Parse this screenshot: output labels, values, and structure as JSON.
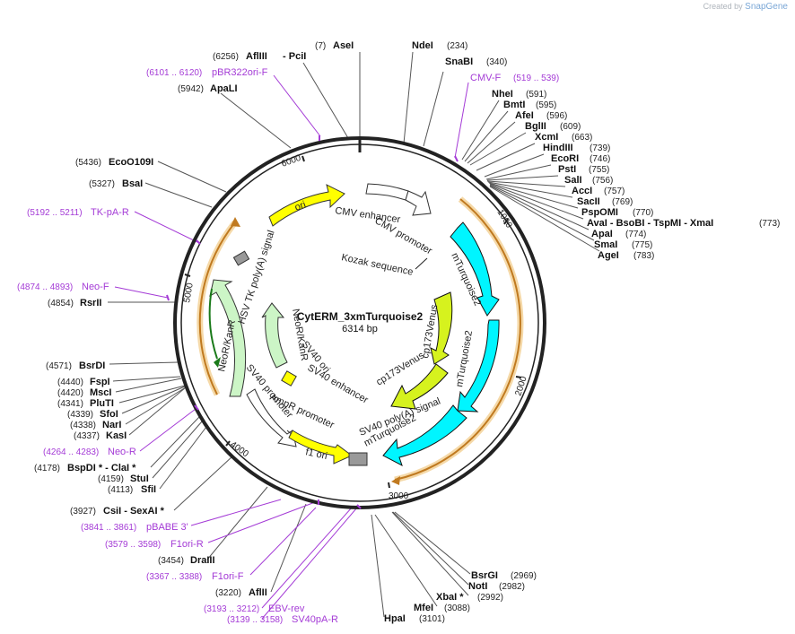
{
  "credit": {
    "prefix": "Created by",
    "brand": "SnapGene"
  },
  "plasmid": {
    "name": "CytERM_3xmTurquoise2",
    "size": "6314 bp"
  },
  "ticks": [
    "1000",
    "2000",
    "3000",
    "4000",
    "5000",
    "6000"
  ],
  "features": {
    "cmv_enhancer": "CMV enhancer",
    "cmv_promoter": "CMV promoter",
    "kozak": "Kozak sequence",
    "mturq1": "mTurquoise2",
    "mturq2": "mTurquoise2",
    "mturq3": "mTurquoise2",
    "venus1": "cp173Venus",
    "venus2": "cp173Venus",
    "sv40pa": "SV40 poly(A) signal",
    "f1ori": "f1 ori",
    "ampr_promoter": "AmpR promoter",
    "sv40_promoter1": "SV40 promoter",
    "sv40_enhancer": "SV40 enhancer",
    "sv40_ori": "SV40 ori",
    "neor_inner": "NeoR/KanR",
    "neor_outer": "NeoR/KanR",
    "hsv_tk": "HSV TK poly(A) signal",
    "ori": "ori"
  },
  "labels": {
    "aseI": {
      "pos": "(7)",
      "name": "AseI"
    },
    "afliii": {
      "pos": "(6256)",
      "name": "AflIII",
      "extra": "PciI"
    },
    "pbr322": {
      "pos": "(6101 .. 6120)",
      "name": "pBR322ori-F"
    },
    "apaLI": {
      "pos": "(5942)",
      "name": "ApaLI"
    },
    "ndeI": {
      "name": "NdeI",
      "pos": "(234)"
    },
    "snabI": {
      "name": "SnaBI",
      "pos": "(340)"
    },
    "cmvF": {
      "name": "CMV-F",
      "pos": "(519 .. 539)"
    },
    "nheI": {
      "name": "NheI",
      "pos": "(591)"
    },
    "bmtI": {
      "name": "BmtI",
      "pos": "(595)"
    },
    "afeI": {
      "name": "AfeI",
      "pos": "(596)"
    },
    "bglII": {
      "name": "BglII",
      "pos": "(609)"
    },
    "xcmI": {
      "name": "XcmI",
      "pos": "(663)"
    },
    "hindIII": {
      "name": "HindIII",
      "pos": "(739)"
    },
    "ecoRI": {
      "name": "EcoRI",
      "pos": "(746)"
    },
    "pstI": {
      "name": "PstI",
      "pos": "(755)"
    },
    "salI": {
      "name": "SalI",
      "pos": "(756)"
    },
    "accI": {
      "name": "AccI",
      "pos": "(757)"
    },
    "sacII": {
      "name": "SacII",
      "pos": "(769)"
    },
    "pspOMI": {
      "name": "PspOMI",
      "pos": "(770)"
    },
    "avaI": {
      "name": "AvaI",
      "extra1": "BsoBI",
      "extra2": "TspMI",
      "extra3": "XmaI",
      "pos": "(773)"
    },
    "apaI": {
      "name": "ApaI",
      "pos": "(774)"
    },
    "smaI": {
      "name": "SmaI",
      "pos": "(775)"
    },
    "ageI": {
      "name": "AgeI",
      "pos": "(783)"
    },
    "ecoO109I": {
      "pos": "(5436)",
      "name": "EcoO109I"
    },
    "bsaI": {
      "pos": "(5327)",
      "name": "BsaI"
    },
    "tkpa": {
      "pos": "(5192 .. 5211)",
      "name": "TK-pA-R"
    },
    "neoF": {
      "pos": "(4874 .. 4893)",
      "name": "Neo-F"
    },
    "rsrII": {
      "pos": "(4854)",
      "name": "RsrII"
    },
    "bsrDI": {
      "pos": "(4571)",
      "name": "BsrDI"
    },
    "fspI": {
      "pos": "(4440)",
      "name": "FspI"
    },
    "mscI": {
      "pos": "(4420)",
      "name": "MscI"
    },
    "pluTI": {
      "pos": "(4341)",
      "name": "PluTI"
    },
    "sfoI": {
      "pos": "(4339)",
      "name": "SfoI"
    },
    "narI": {
      "pos": "(4338)",
      "name": "NarI"
    },
    "kasI": {
      "pos": "(4337)",
      "name": "KasI"
    },
    "neoR": {
      "pos": "(4264 .. 4283)",
      "name": "Neo-R"
    },
    "bspDI": {
      "pos": "(4178)",
      "name": "BspDI *",
      "extra": "ClaI *"
    },
    "stuI": {
      "pos": "(4159)",
      "name": "StuI"
    },
    "sfiI": {
      "pos": "(4113)",
      "name": "SfiI"
    },
    "csiI": {
      "pos": "(3927)",
      "name": "CsiI",
      "extra": "SexAI *"
    },
    "pbabe": {
      "pos": "(3841 .. 3861)",
      "name": "pBABE 3'"
    },
    "f1oriR": {
      "pos": "(3579 .. 3598)",
      "name": "F1ori-R"
    },
    "draIII": {
      "pos": "(3454)",
      "name": "DraIII"
    },
    "f1oriF": {
      "pos": "(3367 .. 3388)",
      "name": "F1ori-F"
    },
    "aflII": {
      "pos": "(3220)",
      "name": "AflII"
    },
    "ebvrev": {
      "pos": "(3193 .. 3212)",
      "name": "EBV-rev"
    },
    "sv40paR": {
      "pos": "(3139 .. 3158)",
      "name": "SV40pA-R"
    },
    "bsrGI": {
      "name": "BsrGI",
      "pos": "(2969)"
    },
    "notI": {
      "name": "NotI",
      "pos": "(2982)"
    },
    "xbaI": {
      "name": "XbaI *",
      "pos": "(2992)"
    },
    "mfeI": {
      "name": "MfeI",
      "pos": "(3088)"
    },
    "hpaI": {
      "name": "HpaI",
      "pos": "(3101)"
    }
  },
  "colors": {
    "backbone": "#222222",
    "mturquoise": "#00f5ff",
    "venus": "#d6f21e",
    "ori": "#ffff00",
    "neor": "#ccf5c6",
    "orf": "#e8a040",
    "primer": "#a43bd6"
  }
}
